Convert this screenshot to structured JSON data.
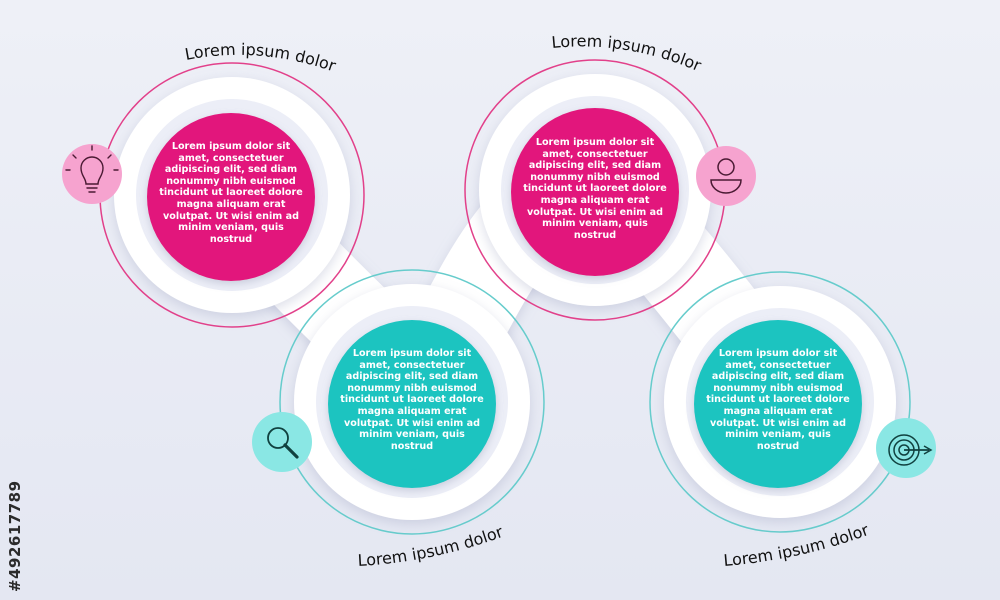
{
  "colors": {
    "background": "#e9ebf4",
    "ribbon": "#ffffff",
    "pink": "#e2197c",
    "teal": "#1fc4c0",
    "pink_light": "#f6a3cf",
    "teal_light": "#8ae7e4",
    "pink_outline": "#e2408a",
    "teal_outline": "#66cccc",
    "heading": "#111111"
  },
  "steps": [
    {
      "heading": "Lorem ipsum dolor",
      "body": "Lorem ipsum dolor sit amet, consectetuer adipiscing elit, sed diam nonummy nibh euismod tincidunt ut laoreet dolore magna aliquam erat volutpat. Ut wisi enim ad minim veniam, quis nostrud",
      "icon": "lightbulb-icon",
      "theme": "pink"
    },
    {
      "heading": "Lorem ipsum dolor",
      "body": "Lorem ipsum dolor sit amet, consectetuer adipiscing elit, sed diam nonummy nibh euismod tincidunt ut laoreet dolore magna aliquam erat volutpat. Ut wisi enim ad minim veniam, quis nostrud",
      "icon": "magnifier-icon",
      "theme": "teal"
    },
    {
      "heading": "Lorem ipsum dolor",
      "body": "Lorem ipsum dolor sit amet, consectetuer adipiscing elit, sed diam nonummy nibh euismod tincidunt ut laoreet dolore magna aliquam erat volutpat. Ut wisi enim ad minim veniam, quis nostrud",
      "icon": "user-icon",
      "theme": "pink"
    },
    {
      "heading": "Lorem ipsum dolor",
      "body": "Lorem ipsum dolor sit amet, consectetuer adipiscing elit, sed diam nonummy nibh euismod tincidunt ut laoreet dolore magna aliquam erat volutpat. Ut wisi enim ad minim veniam, quis nostrud",
      "icon": "target-icon",
      "theme": "teal"
    }
  ],
  "stock_id": "#492617789"
}
